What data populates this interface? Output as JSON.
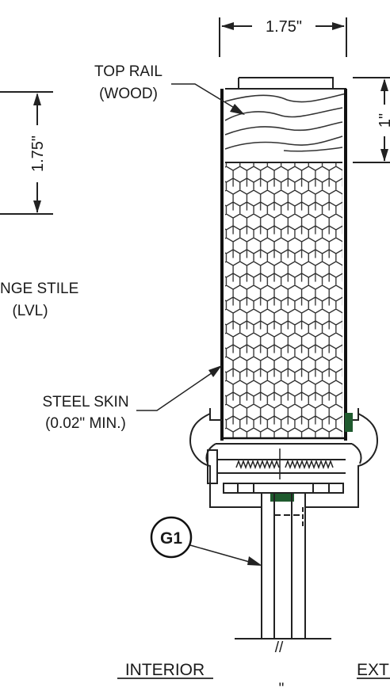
{
  "labels": {
    "top_rail_1": "TOP RAIL",
    "top_rail_2": "(WOOD)",
    "hinge_stile_1": "NGE STILE",
    "hinge_stile_2": "(LVL)",
    "steel_skin_1": "STEEL SKIN",
    "steel_skin_2": "(0.02\" MIN.)",
    "interior": "INTERIOR",
    "exterior": "EXT",
    "callout": "G1",
    "break_mark": "//",
    "bottom_mark": "\""
  },
  "dimensions": {
    "top_width": "1.75\"",
    "left_height": "1.75\"",
    "right_height": "1\""
  }
}
